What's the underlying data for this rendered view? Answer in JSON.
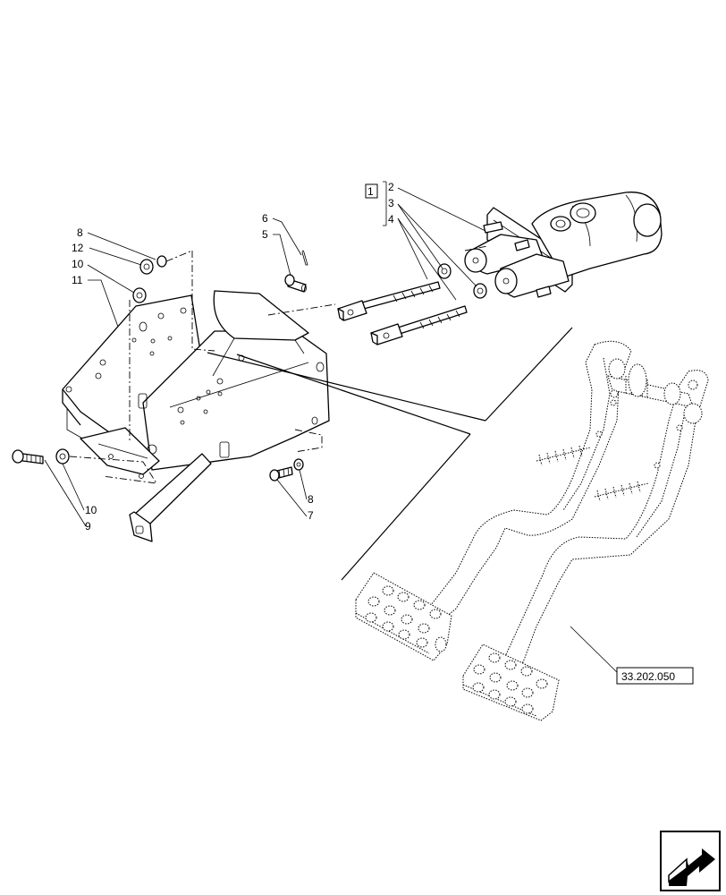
{
  "callouts": {
    "c1": "1",
    "c2": "2",
    "c3": "3",
    "c4": "4",
    "c5": "5",
    "c6": "6",
    "c7": "7",
    "c8a": "8",
    "c8b": "8",
    "c9": "9",
    "c10a": "10",
    "c10b": "10",
    "c11": "11",
    "c12": "12"
  },
  "reference": {
    "label": "33.202.050"
  },
  "icons": {
    "corner": "next-page-arrow-icon"
  }
}
